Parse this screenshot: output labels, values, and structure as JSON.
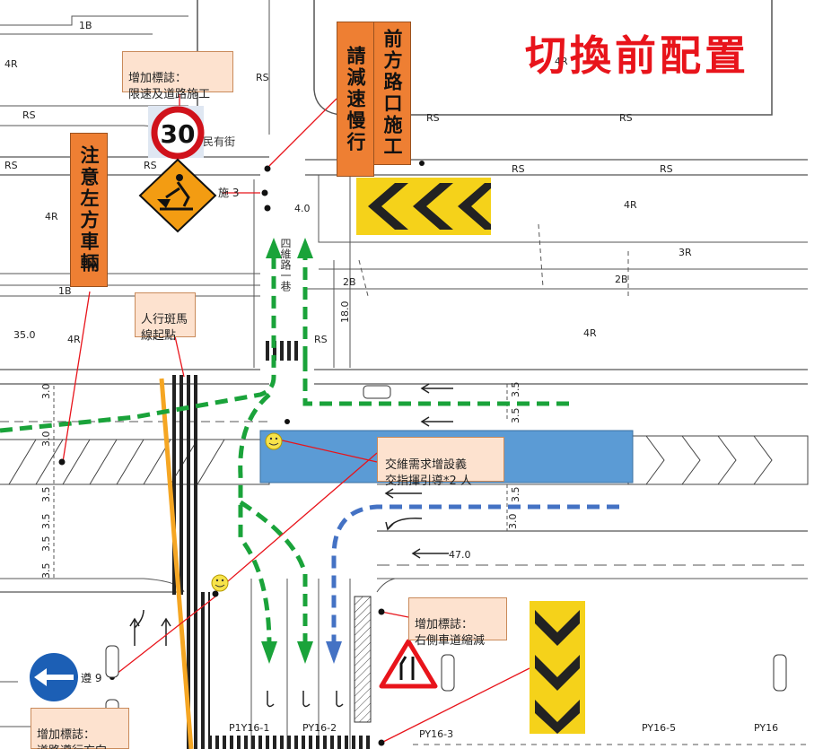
{
  "title": "切換前配置",
  "banners": {
    "front_road": "前方路口施工",
    "slow_down": "請減速慢行",
    "left_car": "注意左方車輛"
  },
  "notes": {
    "speed_sign": "增加標誌：\n限速及道路施工",
    "crosswalk": "人行斑馬\n線起點",
    "traffic_guide": "交維需求增設義\n交指揮引導*2 人",
    "lane_reduce": "增加標誌：\n右側車道縮減",
    "direction": "增加標誌：\n道路遵行方向"
  },
  "signs": {
    "speed_limit": "30",
    "work_label": "施 3",
    "direction_label": "遵 9"
  },
  "street_name": "民有街",
  "alley_name": "四維路一巷",
  "zone_labels": [
    "1B",
    "4R",
    "RS",
    "RS",
    "RS",
    "RS",
    "4R",
    "RS",
    "RS",
    "RS",
    "4R",
    "4R",
    "3R",
    "2B",
    "2B",
    "1B",
    "4R",
    "4R",
    "RS",
    "RS"
  ],
  "dimensions": {
    "d35": "35.0",
    "d18": "18.0",
    "d47": "47.0",
    "d4": "4.0",
    "d3a": "3.0",
    "d3b": "3.0",
    "d3c": "3.0",
    "d35a": "3.5",
    "d35b": "3.5",
    "d35c": "3.5",
    "d35d": "3.5",
    "d35e": "3.5",
    "d35f": "3.5",
    "d35g": "3.5"
  },
  "poles": [
    "P1Y16-1",
    "PY16-2",
    "PY16-3",
    "PY16-5",
    "PY16"
  ],
  "colors": {
    "green_route": "#1aa33a",
    "blue_route": "#4472c4",
    "title_red": "#e8141b",
    "banner_orange": "#ee7f33",
    "guide_bar": "#5b9bd5",
    "chevron_yellow": "#f5d21a",
    "warning_orange": "#f39c12",
    "crosswalk_orange": "#f5a623"
  }
}
